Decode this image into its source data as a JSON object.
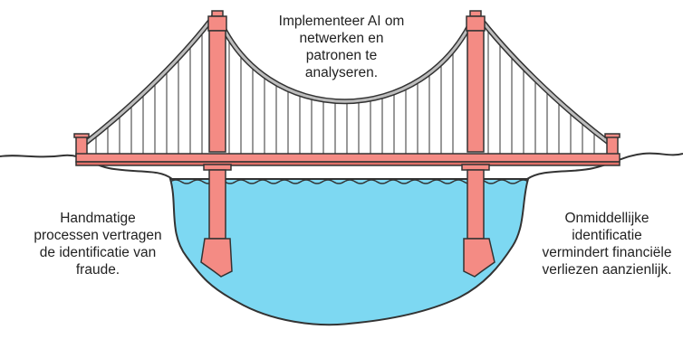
{
  "captions": {
    "center": [
      "Implementeer AI om",
      "netwerken en",
      "patronen te",
      "analyseren."
    ],
    "left": [
      "Handmatige",
      "processen vertragen",
      "de identificatie van",
      "fraude."
    ],
    "right": [
      "Onmiddellijke",
      "identificatie",
      "vermindert financiële",
      "verliezen aanzienlijk."
    ]
  },
  "colors": {
    "tower": "#f48b84",
    "outline": "#333333",
    "water": "#7dd8f2",
    "cable": "#bdbdbd"
  }
}
